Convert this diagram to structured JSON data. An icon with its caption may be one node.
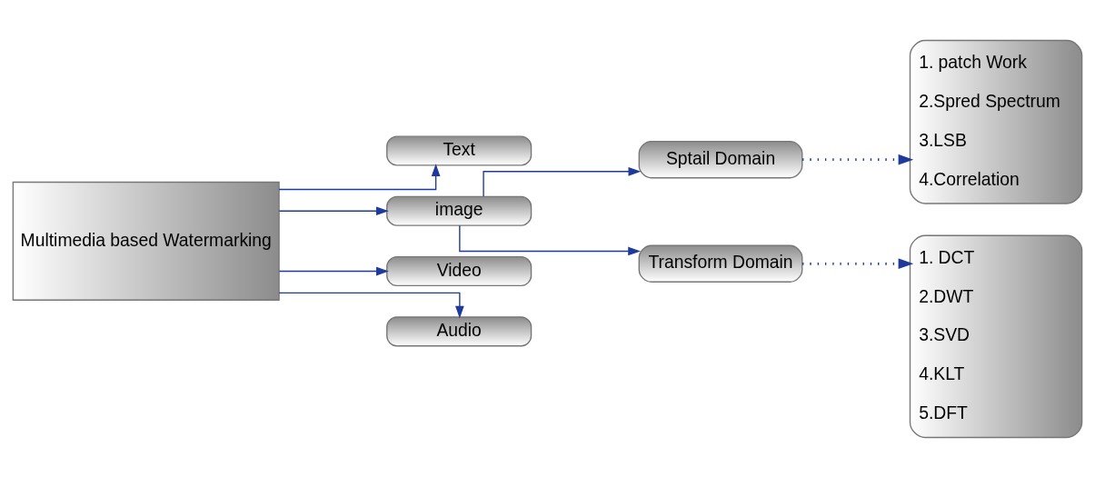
{
  "diagram": {
    "nodes": [
      {
        "text": [
          "Multimedia based Watermarking"
        ]
      },
      {
        "text": [
          "Text"
        ]
      },
      {
        "text": [
          "image"
        ]
      },
      {
        "text": [
          "Video"
        ]
      },
      {
        "text": [
          "Audio"
        ]
      },
      {
        "text": [
          "Sptail Domain"
        ]
      },
      {
        "text": [
          "Transform Domain"
        ]
      },
      {
        "text": [
          "1. patch Work",
          "2.Spred Spectrum",
          "3.LSB",
          "4.Correlation"
        ]
      },
      {
        "text": [
          "1. DCT",
          "2.DWT",
          "3.SVD",
          "4.KLT",
          "5.DFT"
        ]
      }
    ],
    "edges": [
      {
        "from": 0,
        "to": 1,
        "arrow": "to"
      },
      {
        "from": 0,
        "to": 2,
        "arrow": "to"
      },
      {
        "from": 0,
        "to": 3,
        "arrow": "to"
      },
      {
        "from": 0,
        "to": 4,
        "arrow": "to"
      },
      {
        "from": 2,
        "to": 5,
        "arrow": "to"
      },
      {
        "from": 2,
        "to": 6,
        "arrow": "to"
      },
      {
        "from": 5,
        "to": 7,
        "arrow": "to",
        "style": "dashed"
      },
      {
        "from": 6,
        "to": 8,
        "arrow": "to",
        "style": "dashed"
      }
    ]
  }
}
